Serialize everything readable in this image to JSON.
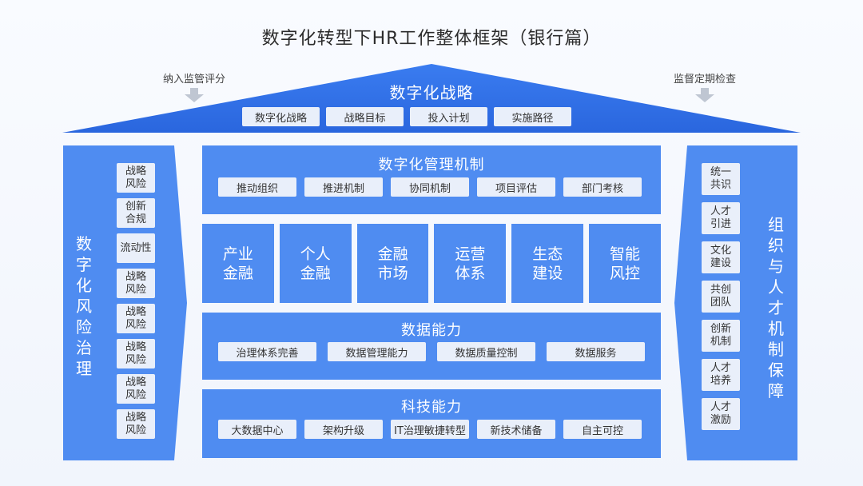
{
  "title": "数字化转型下HR工作整体框架（银行篇）",
  "notes": {
    "left": "纳入监管评分",
    "right": "监督定期检查"
  },
  "roof": {
    "title": "数字化战略",
    "tags": [
      "数字化战略",
      "战略目标",
      "投入计划",
      "实施路径"
    ]
  },
  "left_column": {
    "title": [
      "数",
      "字",
      "化",
      "风",
      "险",
      "治",
      "理"
    ],
    "items": [
      [
        "战略",
        "风险"
      ],
      [
        "创新",
        "合规"
      ],
      [
        "流动性"
      ],
      [
        "战略",
        "风险"
      ],
      [
        "战略",
        "风险"
      ],
      [
        "战略",
        "风险"
      ],
      [
        "战略",
        "风险"
      ],
      [
        "战略",
        "风险"
      ]
    ]
  },
  "right_column": {
    "title": [
      "组",
      "织",
      "与",
      "人",
      "才",
      "机",
      "制",
      "保",
      "障"
    ],
    "items": [
      [
        "统一",
        "共识"
      ],
      [
        "人才",
        "引进"
      ],
      [
        "文化",
        "建设"
      ],
      [
        "共创",
        "团队"
      ],
      [
        "创新",
        "机制"
      ],
      [
        "人才",
        "培养"
      ],
      [
        "人才",
        "激励"
      ]
    ]
  },
  "management": {
    "title": "数字化管理机制",
    "items": [
      "推动组织",
      "推进机制",
      "协同机制",
      "项目评估",
      "部门考核"
    ]
  },
  "business_blocks": [
    [
      "产业",
      "金融"
    ],
    [
      "个人",
      "金融"
    ],
    [
      "金融",
      "市场"
    ],
    [
      "运营",
      "体系"
    ],
    [
      "生态",
      "建设"
    ],
    [
      "智能",
      "风控"
    ]
  ],
  "data_capability": {
    "title": "数据能力",
    "items": [
      "治理体系完善",
      "数据管理能力",
      "数据质量控制",
      "数据服务"
    ]
  },
  "tech_capability": {
    "title": "科技能力",
    "items": [
      "大数据中心",
      "架构升级",
      "IT治理敏捷转型",
      "新技术储备",
      "自主可控"
    ]
  },
  "colors": {
    "primary": "#4f8cf1",
    "roof": "#2f6fe6",
    "chip": "#e9effa",
    "arrow": "#bfc6d2"
  }
}
